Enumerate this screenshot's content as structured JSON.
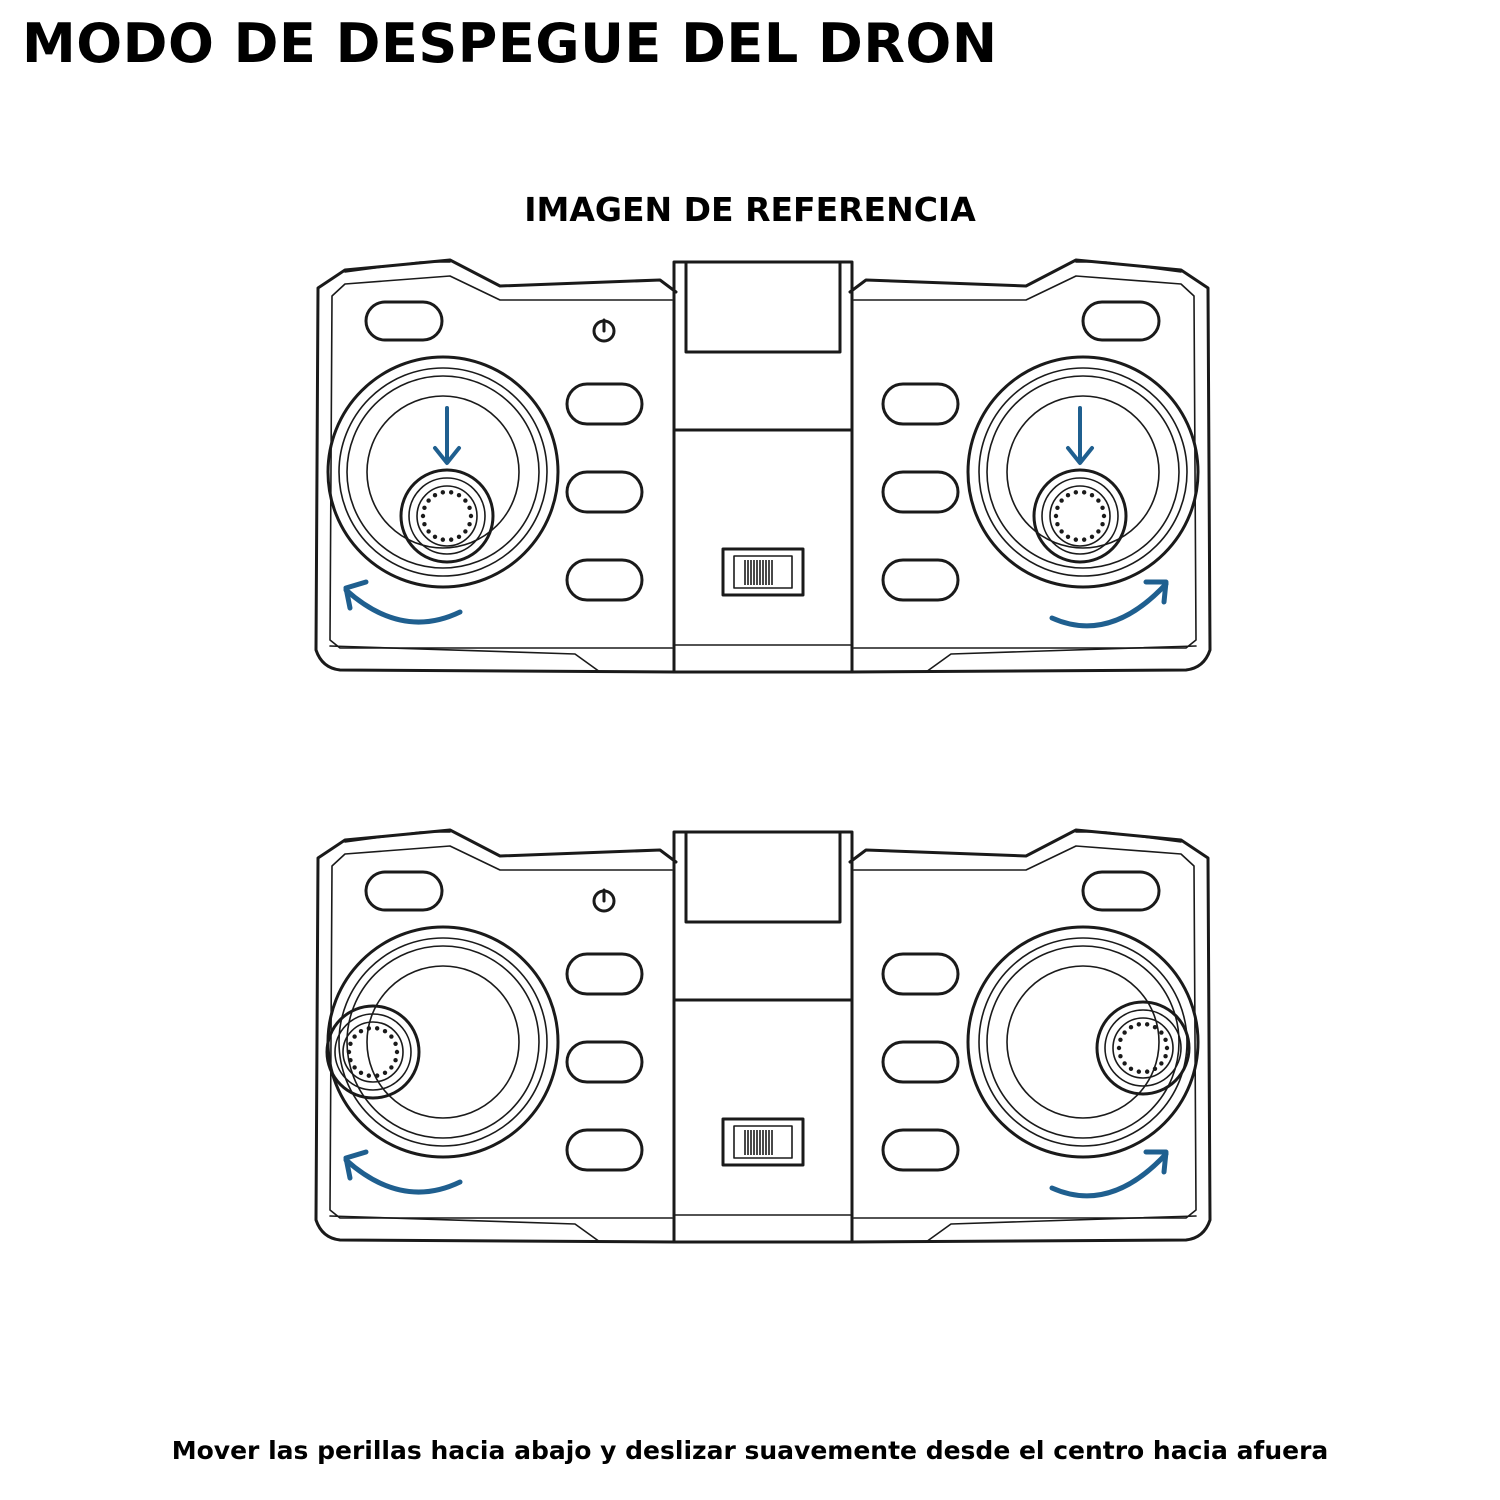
{
  "title": "MODO DE DESPEGUE DEL DRON",
  "reference_label": "IMAGEN DE REFERENCIA",
  "instruction": "Mover las perillas hacia abajo y deslizar suavemente desde el centro hacia afuera",
  "colors": {
    "line": "#1a1a1a",
    "arrow": "#1f5f8f",
    "background": "#ffffff"
  },
  "icons": [
    "power-icon",
    "arrow-down-icon",
    "curved-arrow-icon",
    "slide-switch"
  ],
  "controllers": [
    {
      "name": "controller-top",
      "stick_state": "pushed down",
      "down_arrows": true,
      "outward_arrows": true
    },
    {
      "name": "controller-bottom",
      "stick_state": "pushed down and outward",
      "down_arrows": false,
      "outward_arrows": true
    }
  ]
}
